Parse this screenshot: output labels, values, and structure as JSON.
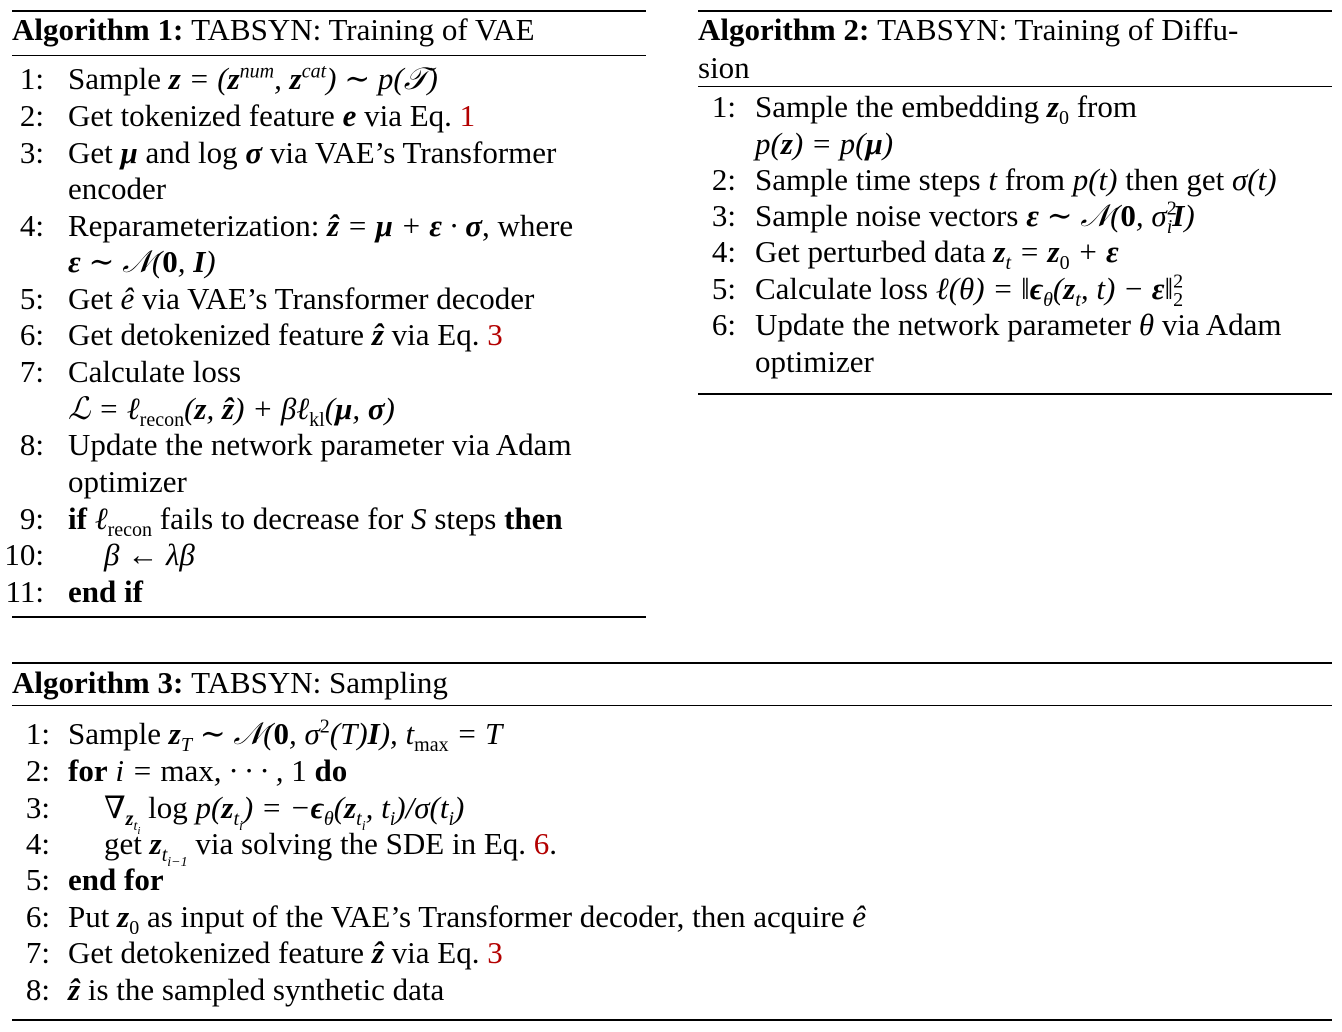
{
  "algorithm1": {
    "label": "Algorithm 1:",
    "title_prefix": "TABSYN",
    "title_suffix": ": Training of VAE",
    "lines": {
      "n1": "1:",
      "n2": "2:",
      "n3": "3:",
      "n4": "4:",
      "n5": "5:",
      "n6": "6:",
      "n7": "7:",
      "n8": "8:",
      "n9": "9:",
      "n10": "10:",
      "n11": "11:",
      "l1a": "Sample ",
      "l2a": "Get tokenized feature ",
      "l2b": " via Eq. ",
      "l2ref": "1",
      "l3a": "Get ",
      "l3b": " and log ",
      "l3c": " via VAE’s Transformer",
      "l3d": "encoder",
      "l4a": "Reparameterization: ",
      "l4b": ", where",
      "l5a": "Get ",
      "l5b": " via VAE’s Transformer decoder",
      "l6a": "Get detokenized feature ",
      "l6b": " via Eq. ",
      "l6ref": "3",
      "l7a": "Calculate loss",
      "l8a": "Update the network parameter via Adam",
      "l8b": "optimizer",
      "l9if": "if",
      "l9b": " fails to decrease for ",
      "l9c": " steps ",
      "l9then": "then",
      "l11": "end if"
    }
  },
  "algorithm2": {
    "label": "Algorithm 2:",
    "title_prefix": "TABSYN",
    "title_suffix": ": Training of Diffu-",
    "title_line2": "sion",
    "lines": {
      "n1": "1:",
      "n2": "2:",
      "n3": "3:",
      "n4": "4:",
      "n5": "5:",
      "n6": "6:",
      "l1a": "Sample the embedding ",
      "l1b": " from",
      "l2a": "Sample time steps ",
      "l2b": " from ",
      "l2c": " then get ",
      "l3a": "Sample noise vectors ",
      "l4a": "Get perturbed data ",
      "l5a": "Calculate loss ",
      "l6a": "Update the network parameter ",
      "l6b": " via Adam",
      "l6c": "optimizer"
    }
  },
  "algorithm3": {
    "label": "Algorithm 3:",
    "title_prefix": "TABSYN",
    "title_suffix": ": Sampling",
    "lines": {
      "n1": "1:",
      "n2": "2:",
      "n3": "3:",
      "n4": "4:",
      "n5": "5:",
      "n6": "6:",
      "n7": "7:",
      "n8": "8:",
      "l1a": "Sample ",
      "l2for": "for",
      "l2do": "do",
      "l4a": "get ",
      "l4b": " via solving the SDE in Eq. ",
      "l4ref": "6",
      "l4c": ".",
      "l5": "end for",
      "l6a": "Put ",
      "l6b": " as input of the VAE’s Transformer decoder, then acquire ",
      "l7a": "Get detokenized feature ",
      "l7b": " via Eq. ",
      "l7ref": "3",
      "l8b": " is the sampled synthetic data"
    }
  },
  "colors": {
    "ref": "#b30000",
    "text": "#000000",
    "rules": "#000000"
  }
}
